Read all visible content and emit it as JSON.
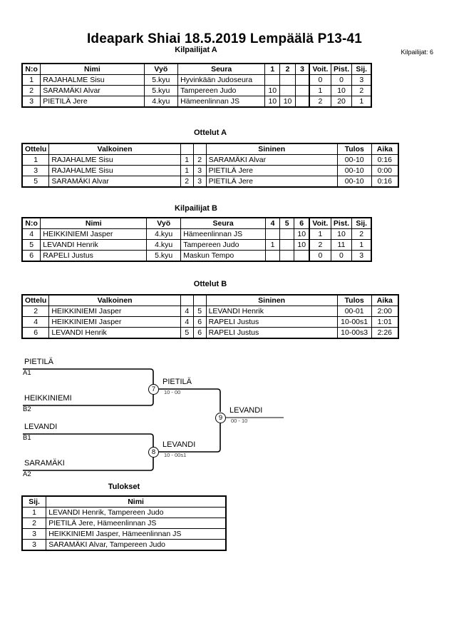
{
  "header": {
    "title": "Ideapark Shiai  18.5.2019  Lempäälä   P13-41",
    "competitor_count_label": "Kilpailijat: 6"
  },
  "sections": {
    "pool_a_heading": "Kilpailijat A",
    "matches_a_heading": "Ottelut A",
    "pool_b_heading": "Kilpailijat B",
    "matches_b_heading": "Ottelut B",
    "results_heading": "Tulokset"
  },
  "pool_a": {
    "columns": [
      "N:o",
      "Nimi",
      "Vyö",
      "Seura",
      "1",
      "2",
      "3",
      "Voit.",
      "Pist.",
      "Sij."
    ],
    "rows": [
      {
        "no": "1",
        "name": "RAJAHALME Sisu",
        "belt": "5.kyu",
        "club": "Hyvinkään Judoseura",
        "m1": "",
        "m2": "",
        "m3": "",
        "wins": "0",
        "points": "0",
        "place": "3"
      },
      {
        "no": "2",
        "name": "SARAMÄKI Alvar",
        "belt": "5.kyu",
        "club": "Tampereen Judo",
        "m1": "10",
        "m2": "",
        "m3": "",
        "wins": "1",
        "points": "10",
        "place": "2"
      },
      {
        "no": "3",
        "name": "PIETILÄ Jere",
        "belt": "4.kyu",
        "club": "Hämeenlinnan JS",
        "m1": "10",
        "m2": "10",
        "m3": "",
        "wins": "2",
        "points": "20",
        "place": "1"
      }
    ]
  },
  "matches_a": {
    "columns": [
      "Ottelu",
      "Valkoinen",
      "",
      "",
      "Sininen",
      "Tulos",
      "Aika"
    ],
    "rows": [
      {
        "match": "1",
        "white": "RAJAHALME Sisu",
        "white_no": "1",
        "blue_no": "2",
        "blue": "SARAMÄKI Alvar",
        "result": "00-10",
        "time": "0:16"
      },
      {
        "match": "3",
        "white": "RAJAHALME Sisu",
        "white_no": "1",
        "blue_no": "3",
        "blue": "PIETILÄ Jere",
        "result": "00-10",
        "time": "0:00"
      },
      {
        "match": "5",
        "white": "SARAMÄKI Alvar",
        "white_no": "2",
        "blue_no": "3",
        "blue": "PIETILÄ Jere",
        "result": "00-10",
        "time": "0:16"
      }
    ]
  },
  "pool_b": {
    "columns": [
      "N:o",
      "Nimi",
      "Vyö",
      "Seura",
      "4",
      "5",
      "6",
      "Voit.",
      "Pist.",
      "Sij."
    ],
    "rows": [
      {
        "no": "4",
        "name": "HEIKKINIEMI Jasper",
        "belt": "4.kyu",
        "club": "Hämeenlinnan JS",
        "m1": "",
        "m2": "",
        "m3": "10",
        "wins": "1",
        "points": "10",
        "place": "2"
      },
      {
        "no": "5",
        "name": "LEVANDI Henrik",
        "belt": "4.kyu",
        "club": "Tampereen Judo",
        "m1": "1",
        "m2": "",
        "m3": "10",
        "wins": "2",
        "points": "11",
        "place": "1"
      },
      {
        "no": "6",
        "name": "RAPELI Justus",
        "belt": "5.kyu",
        "club": "Maskun Tempo",
        "m1": "",
        "m2": "",
        "m3": "",
        "wins": "0",
        "points": "0",
        "place": "3"
      }
    ]
  },
  "matches_b": {
    "columns": [
      "Ottelu",
      "Valkoinen",
      "",
      "",
      "Sininen",
      "Tulos",
      "Aika"
    ],
    "rows": [
      {
        "match": "2",
        "white": "HEIKKINIEMI Jasper",
        "white_no": "4",
        "blue_no": "5",
        "blue": "LEVANDI Henrik",
        "result": "00-01",
        "time": "2:00"
      },
      {
        "match": "4",
        "white": "HEIKKINIEMI Jasper",
        "white_no": "4",
        "blue_no": "6",
        "blue": "RAPELI Justus",
        "result": "10-00s1",
        "time": "1:01"
      },
      {
        "match": "6",
        "white": "LEVANDI Henrik",
        "white_no": "5",
        "blue_no": "6",
        "blue": "RAPELI Justus",
        "result": "10-00s3",
        "time": "2:26"
      }
    ]
  },
  "bracket": {
    "entrants": [
      {
        "name": "PIETILÄ",
        "seed": "A1"
      },
      {
        "name": "HEIKKINIEMI",
        "seed": "B2"
      },
      {
        "name": "LEVANDI",
        "seed": "B1"
      },
      {
        "name": "SARAMÄKI",
        "seed": "A2"
      }
    ],
    "nodes": [
      {
        "number": "7",
        "winner": "PIETILÄ",
        "score": "10 - 00"
      },
      {
        "number": "8",
        "winner": "LEVANDI",
        "score": "10 - 00s1"
      },
      {
        "number": "9",
        "winner": "LEVANDI",
        "score": "00 - 10"
      }
    ]
  },
  "results": {
    "columns": [
      "Sij.",
      "Nimi"
    ],
    "rows": [
      {
        "place": "1",
        "name": "LEVANDI Henrik, Tampereen Judo"
      },
      {
        "place": "2",
        "name": "PIETILÄ Jere, Hämeenlinnan JS"
      },
      {
        "place": "3",
        "name": "HEIKKINIEMI Jasper, Hämeenlinnan JS"
      },
      {
        "place": "3",
        "name": "SARAMÄKI Alvar, Tampereen Judo"
      }
    ]
  }
}
